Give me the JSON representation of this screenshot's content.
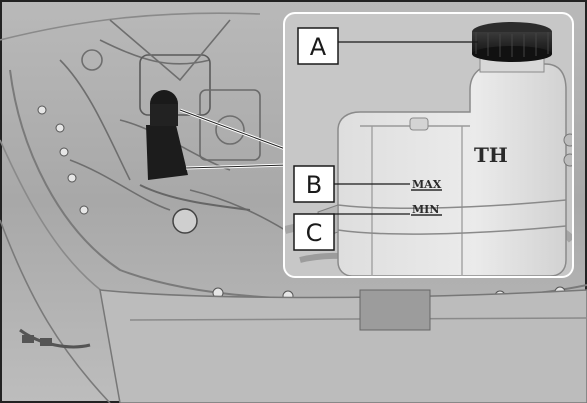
{
  "callouts": [
    {
      "id": "A",
      "label": "A"
    },
    {
      "id": "B",
      "label": "B"
    },
    {
      "id": "C",
      "label": "C"
    }
  ],
  "reservoir_markings": {
    "max": "MAX",
    "min": "MIN",
    "brand": "TH"
  }
}
